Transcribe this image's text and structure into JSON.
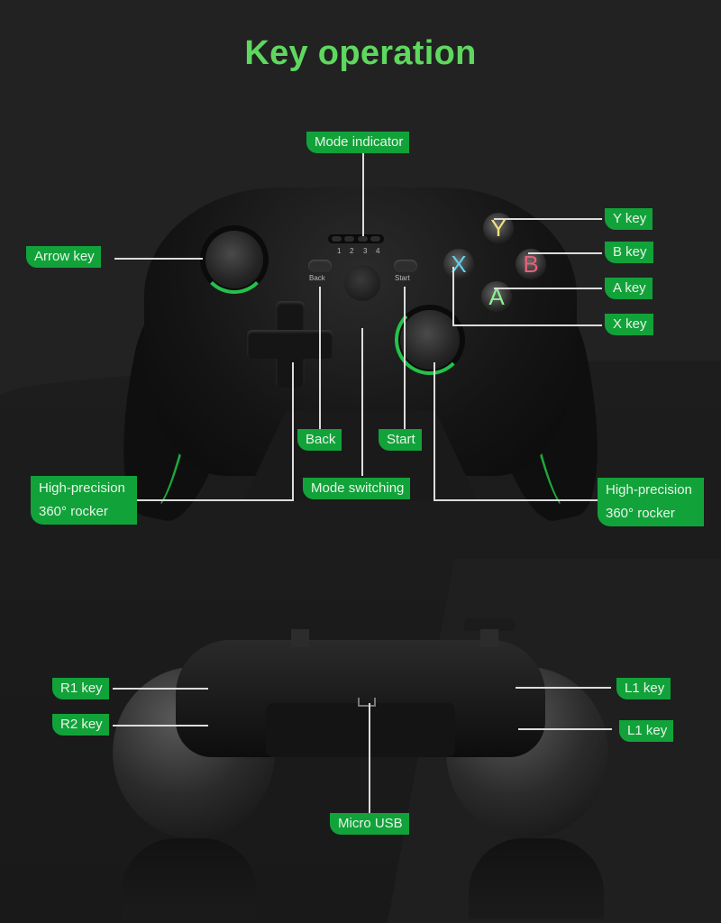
{
  "title": "Key operation",
  "colors": {
    "title_green": "#5ed85e",
    "label_green": "#12a23a",
    "background": "#222222",
    "y_button": "#f2e27a",
    "b_button": "#e8607a",
    "a_button": "#8ef08e",
    "x_button": "#5fd2f0"
  },
  "front_view": {
    "labels": {
      "mode_indicator": "Mode indicator",
      "arrow_key": "Arrow key",
      "y_key": "Y key",
      "b_key": "B key",
      "a_key": "A key",
      "x_key": "X key",
      "back": "Back",
      "start": "Start",
      "mode_switching": "Mode switching",
      "left_rocker_line1": "High-precision",
      "left_rocker_line2": "360° rocker",
      "right_rocker_line1": "High-precision",
      "right_rocker_line2": "360° rocker"
    },
    "controller_print": {
      "led_numbers": [
        "1",
        "2",
        "3",
        "4"
      ],
      "back_text": "Back",
      "start_text": "Start"
    },
    "face_buttons": {
      "y": "Y",
      "b": "B",
      "a": "A",
      "x": "X"
    }
  },
  "top_view": {
    "labels": {
      "r1_key": "R1 key",
      "r2_key": "R2 key",
      "l1_key_upper": "L1 key",
      "l1_key_lower": "L1 key",
      "micro_usb": "Micro USB"
    }
  }
}
